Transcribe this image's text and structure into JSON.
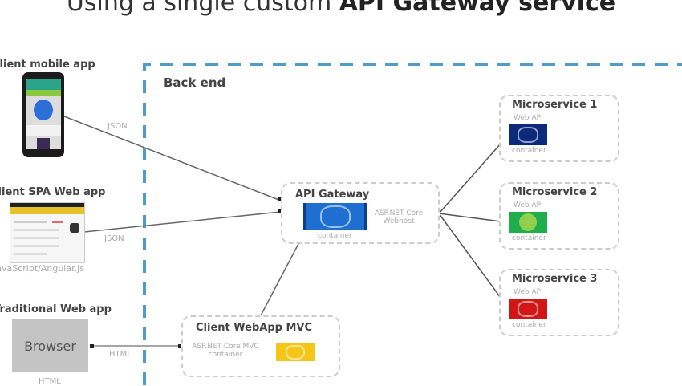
{
  "title": {
    "prefix": "Using a single custom ",
    "bold": "API Gateway service"
  },
  "backend": {
    "label": "Back end",
    "border_color": "#2e8bc0"
  },
  "clients": {
    "mobile": {
      "label": "Client mobile app",
      "protocol": "JSON"
    },
    "spa": {
      "label": "Client SPA Web app",
      "protocol": "JSON",
      "tech": "JavaScript/Angular.js"
    },
    "traditional": {
      "label": "Traditional Web app",
      "browser_label": "Browser",
      "protocol": "HTML",
      "below": "HTML"
    }
  },
  "gateway": {
    "label": "API Gateway",
    "tech_line1": "ASP.NET Core",
    "tech_line2": "Webhost",
    "container": "container",
    "color": "#1e6fd0"
  },
  "webapp_mvc": {
    "label": "Client WebApp MVC",
    "tech_line1": "ASP.NET Core MVC",
    "tech_line2": "container",
    "color": "#f5c518"
  },
  "microservices": [
    {
      "label": "Microservice 1",
      "api": "Web API",
      "container": "container",
      "color": "#0b2a7a"
    },
    {
      "label": "Microservice 2",
      "api": "Web API",
      "container": "container",
      "color": "#1fae4b"
    },
    {
      "label": "Microservice 3",
      "api": "Web API",
      "container": "container",
      "color": "#d21616"
    }
  ]
}
